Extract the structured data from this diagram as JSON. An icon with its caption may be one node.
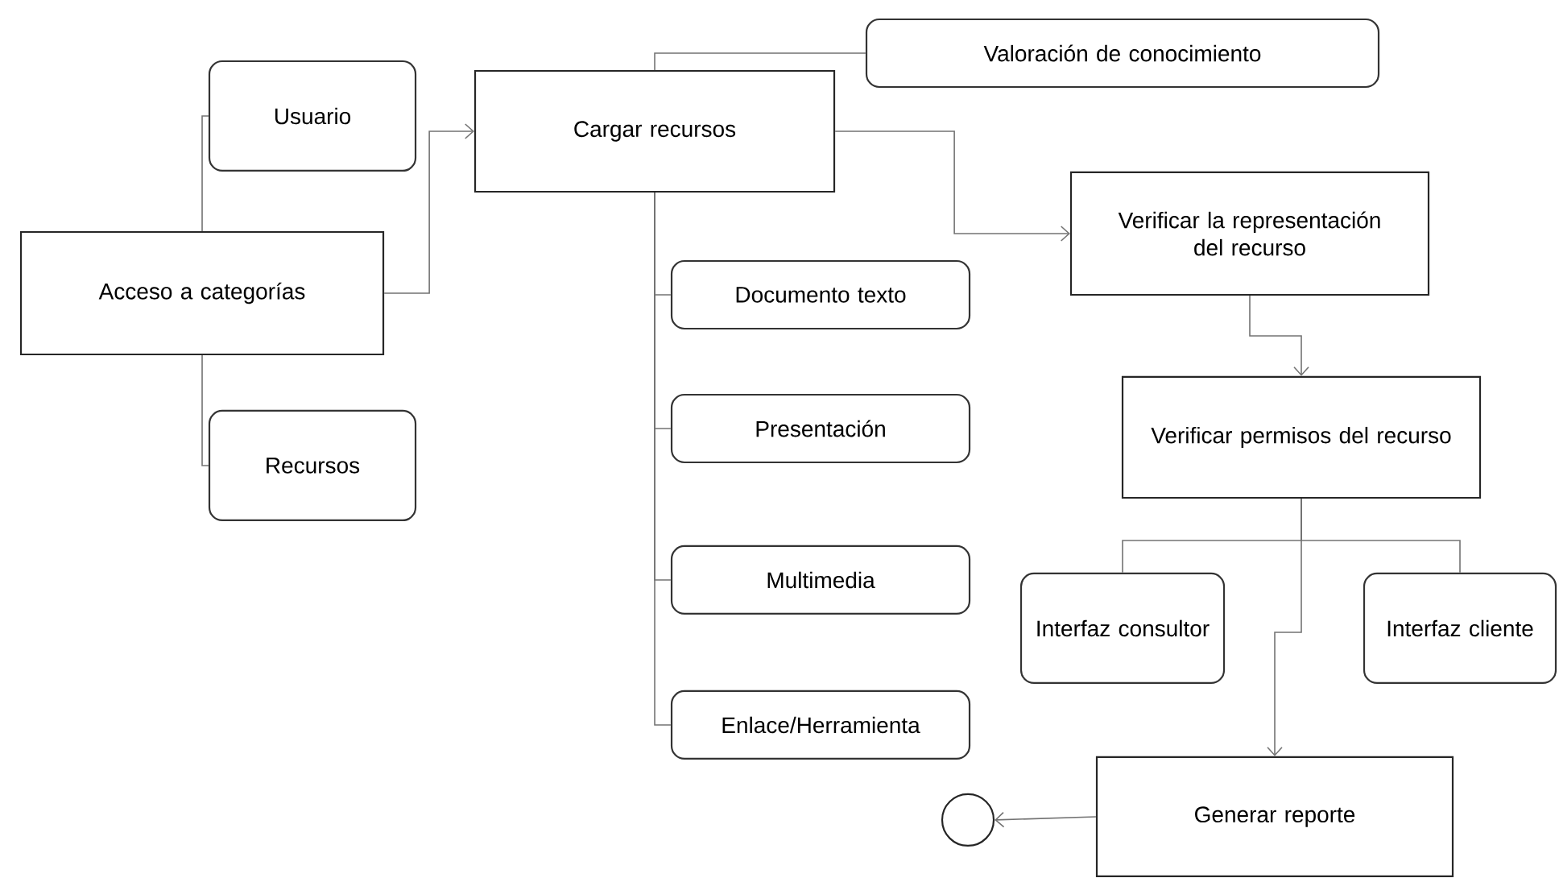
{
  "diagram": {
    "nodes": [
      {
        "text": [
          "Acceso a categorías"
        ]
      },
      {
        "text": [
          "Usuario"
        ]
      },
      {
        "text": [
          "Recursos"
        ]
      },
      {
        "text": [
          "Cargar recursos"
        ]
      },
      {
        "text": [
          "Valoración de conocimiento"
        ]
      },
      {
        "text": [
          "Documento texto"
        ]
      },
      {
        "text": [
          "Presentación"
        ]
      },
      {
        "text": [
          "Multimedia"
        ]
      },
      {
        "text": [
          "Enlace/Herramienta"
        ]
      },
      {
        "text": [
          "Verificar la representación del recurso"
        ]
      },
      {
        "text": [
          "Verificar permisos del recurso"
        ]
      },
      {
        "text": [
          "Interfaz consultor"
        ]
      },
      {
        "text": [
          "Interfaz cliente"
        ]
      },
      {
        "text": [
          "Generar reporte"
        ]
      },
      {
        "text": [],
        "shape": "circle"
      }
    ],
    "edges": [
      {
        "from": 0,
        "to": 1,
        "arrow": "none"
      },
      {
        "from": 0,
        "to": 2,
        "arrow": "none"
      },
      {
        "from": 0,
        "to": 3,
        "arrow": "to"
      },
      {
        "from": 3,
        "to": 4,
        "arrow": "none"
      },
      {
        "from": 3,
        "to": 5,
        "arrow": "none"
      },
      {
        "from": 3,
        "to": 6,
        "arrow": "none"
      },
      {
        "from": 3,
        "to": 7,
        "arrow": "none"
      },
      {
        "from": 3,
        "to": 8,
        "arrow": "none"
      },
      {
        "from": 3,
        "to": 9,
        "arrow": "to"
      },
      {
        "from": 9,
        "to": 10,
        "arrow": "to"
      },
      {
        "from": 10,
        "to": 11,
        "arrow": "none"
      },
      {
        "from": 10,
        "to": 12,
        "arrow": "none"
      },
      {
        "from": 10,
        "to": 13,
        "arrow": "to"
      },
      {
        "from": 13,
        "to": 14,
        "arrow": "to"
      }
    ]
  }
}
